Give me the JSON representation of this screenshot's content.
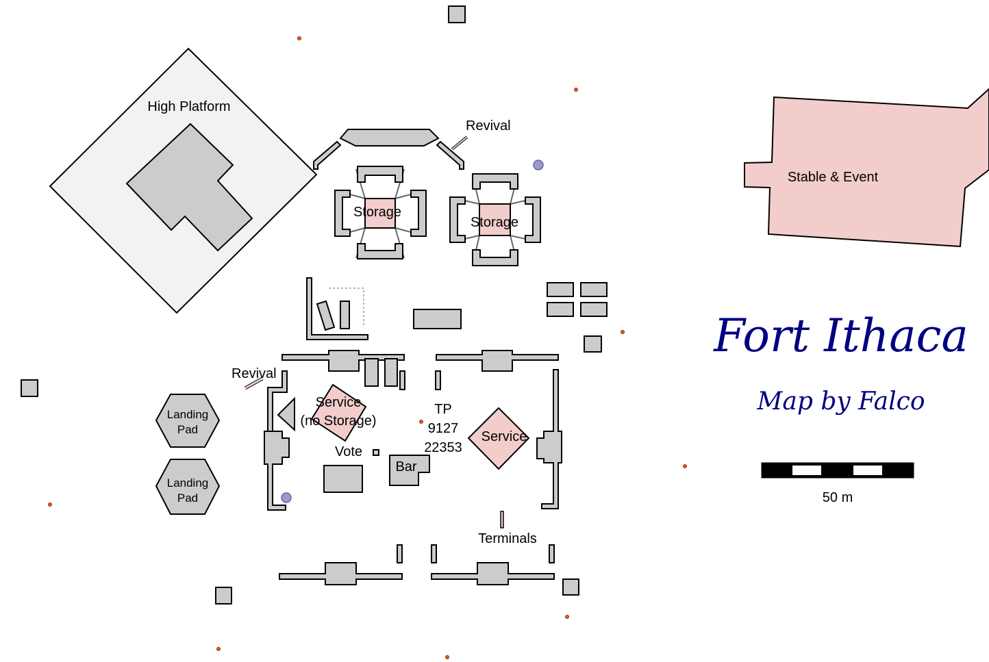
{
  "map": {
    "title": "Fort Ithaca",
    "subtitle": "Map by Falco",
    "scale_label": "50 m",
    "labels": {
      "high_platform": "High Platform",
      "stable_event": "Stable & Event",
      "storage_left": "Storage",
      "storage_right": "Storage",
      "revival_top": "Revival",
      "revival_left": "Revival",
      "landing_pad_1_line1": "Landing",
      "landing_pad_1_line2": "Pad",
      "landing_pad_2_line1": "Landing",
      "landing_pad_2_line2": "Pad",
      "service_no_storage_line1": "Service",
      "service_no_storage_line2": "(no Storage)",
      "service_right": "Service",
      "tp_line1": "TP",
      "tp_line2": "9127",
      "tp_line3": "22353",
      "vote": "Vote",
      "bar": "Bar",
      "terminals": "Terminals"
    },
    "colors": {
      "building": "#cccccc",
      "special": "#f3cccc",
      "platform": "#f2f2f2",
      "title": "#000080",
      "marker": "#e05a2a",
      "orb": "#9999cc"
    }
  }
}
